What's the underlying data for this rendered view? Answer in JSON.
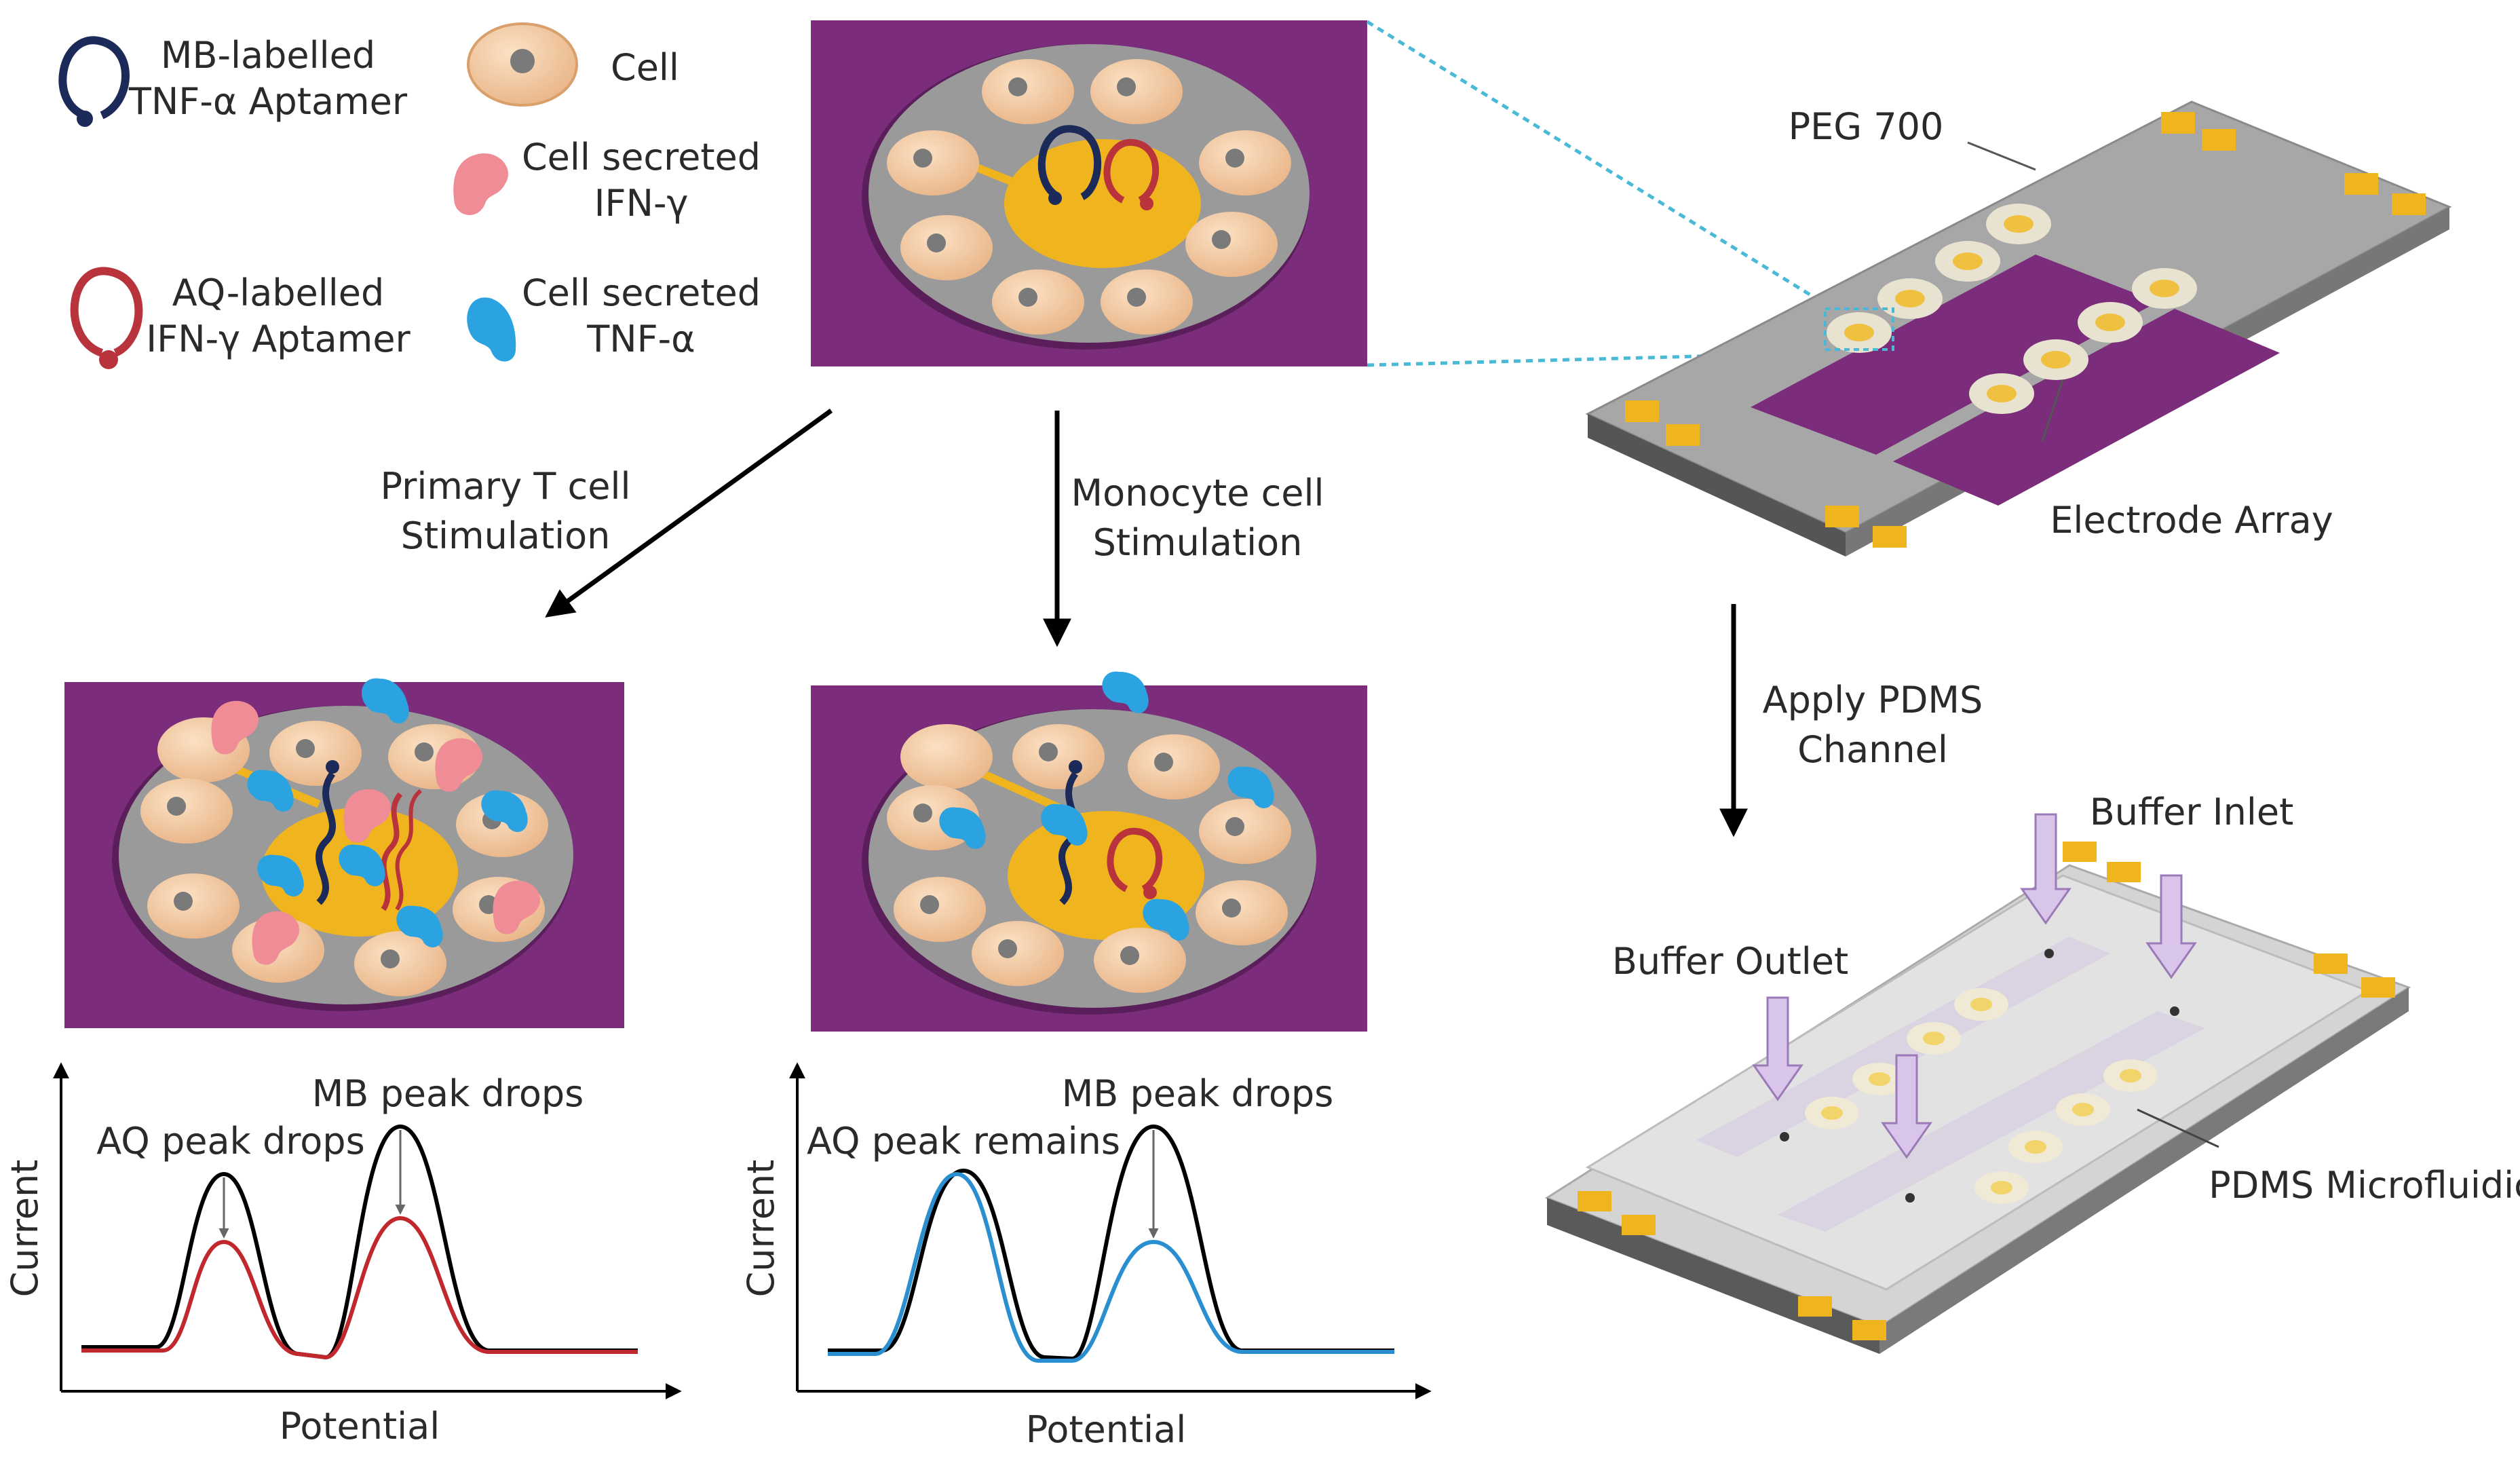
{
  "legend": {
    "mb_aptamer": [
      "MB-labelled",
      "TNF-α Aptamer"
    ],
    "cell": "Cell",
    "ifn": [
      "Cell secreted",
      "IFN-γ"
    ],
    "aq_aptamer": [
      "AQ-labelled",
      "IFN-γ Aptamer"
    ],
    "tnf": [
      "Cell secreted",
      "TNF-α"
    ]
  },
  "arrows": {
    "tcell": [
      "Primary T cell",
      "Stimulation"
    ],
    "monocyte": [
      "Monocyte cell",
      "Stimulation"
    ],
    "pdms": [
      "Apply PDMS",
      "Channel"
    ]
  },
  "chip": {
    "peg": "PEG 700",
    "electrode": "Electrode Array"
  },
  "device": {
    "inlet": "Buffer Inlet",
    "outlet": "Buffer Outlet",
    "pdms": "PDMS Microfluidic"
  },
  "graph_left": {
    "ylabel": "Current",
    "xlabel": "Potential",
    "ann_aq": "AQ peak drops",
    "ann_mb": "MB peak drops"
  },
  "graph_right": {
    "ylabel": "Current",
    "xlabel": "Potential",
    "ann_aq": "AQ peak remains",
    "ann_mb": "MB peak drops"
  },
  "colors": {
    "purple": "#7b2d7b",
    "gray": "#9a9a9a",
    "gold": "#f0b41e",
    "cell": "#f7cfa8",
    "nucleus": "#7a7a7a",
    "mb_navy": "#1c2a5a",
    "aq_red": "#b8333b",
    "ifn_pink": "#f08c96",
    "tnf_blue": "#2aa3e0",
    "trace_red": "#c0282e",
    "trace_blue": "#2a8fd0"
  }
}
